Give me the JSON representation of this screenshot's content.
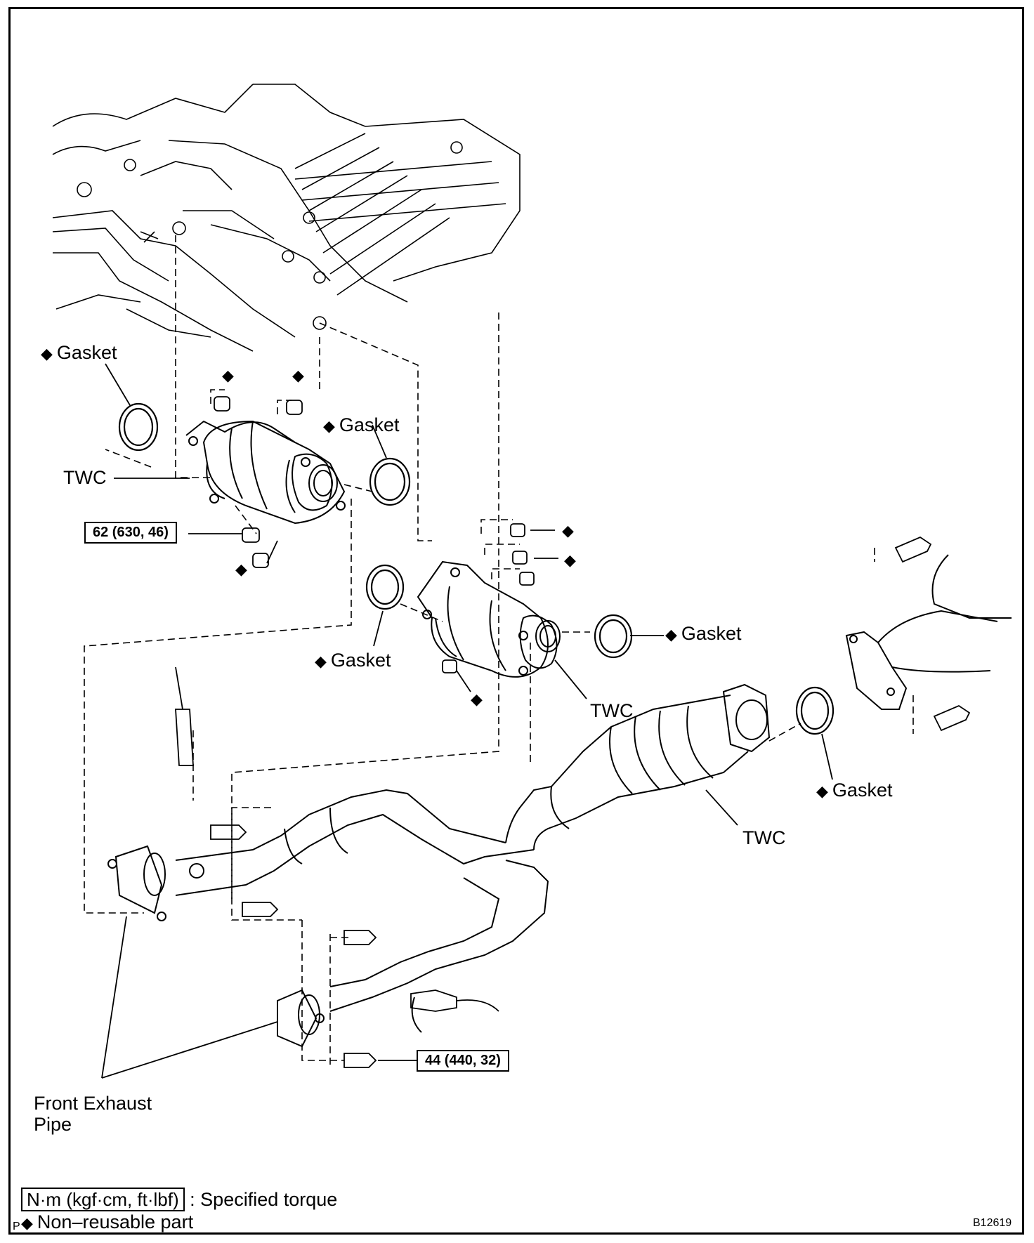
{
  "labels": {
    "gasket": "Gasket",
    "twc": "TWC",
    "front_exhaust_pipe": "Front Exhaust",
    "front_exhaust_pipe_line2": "Pipe",
    "diamond": "◆"
  },
  "torque": {
    "upper": "62 (630, 46)",
    "lower": "44 (440, 32)"
  },
  "legend": {
    "unit": "N·m (kgf·cm, ft·lbf)",
    "unit_desc": ": Specified torque",
    "nonreusable": "Non–reusable part"
  },
  "footer": {
    "corner_mark": "P",
    "figure_id": "B12619"
  }
}
